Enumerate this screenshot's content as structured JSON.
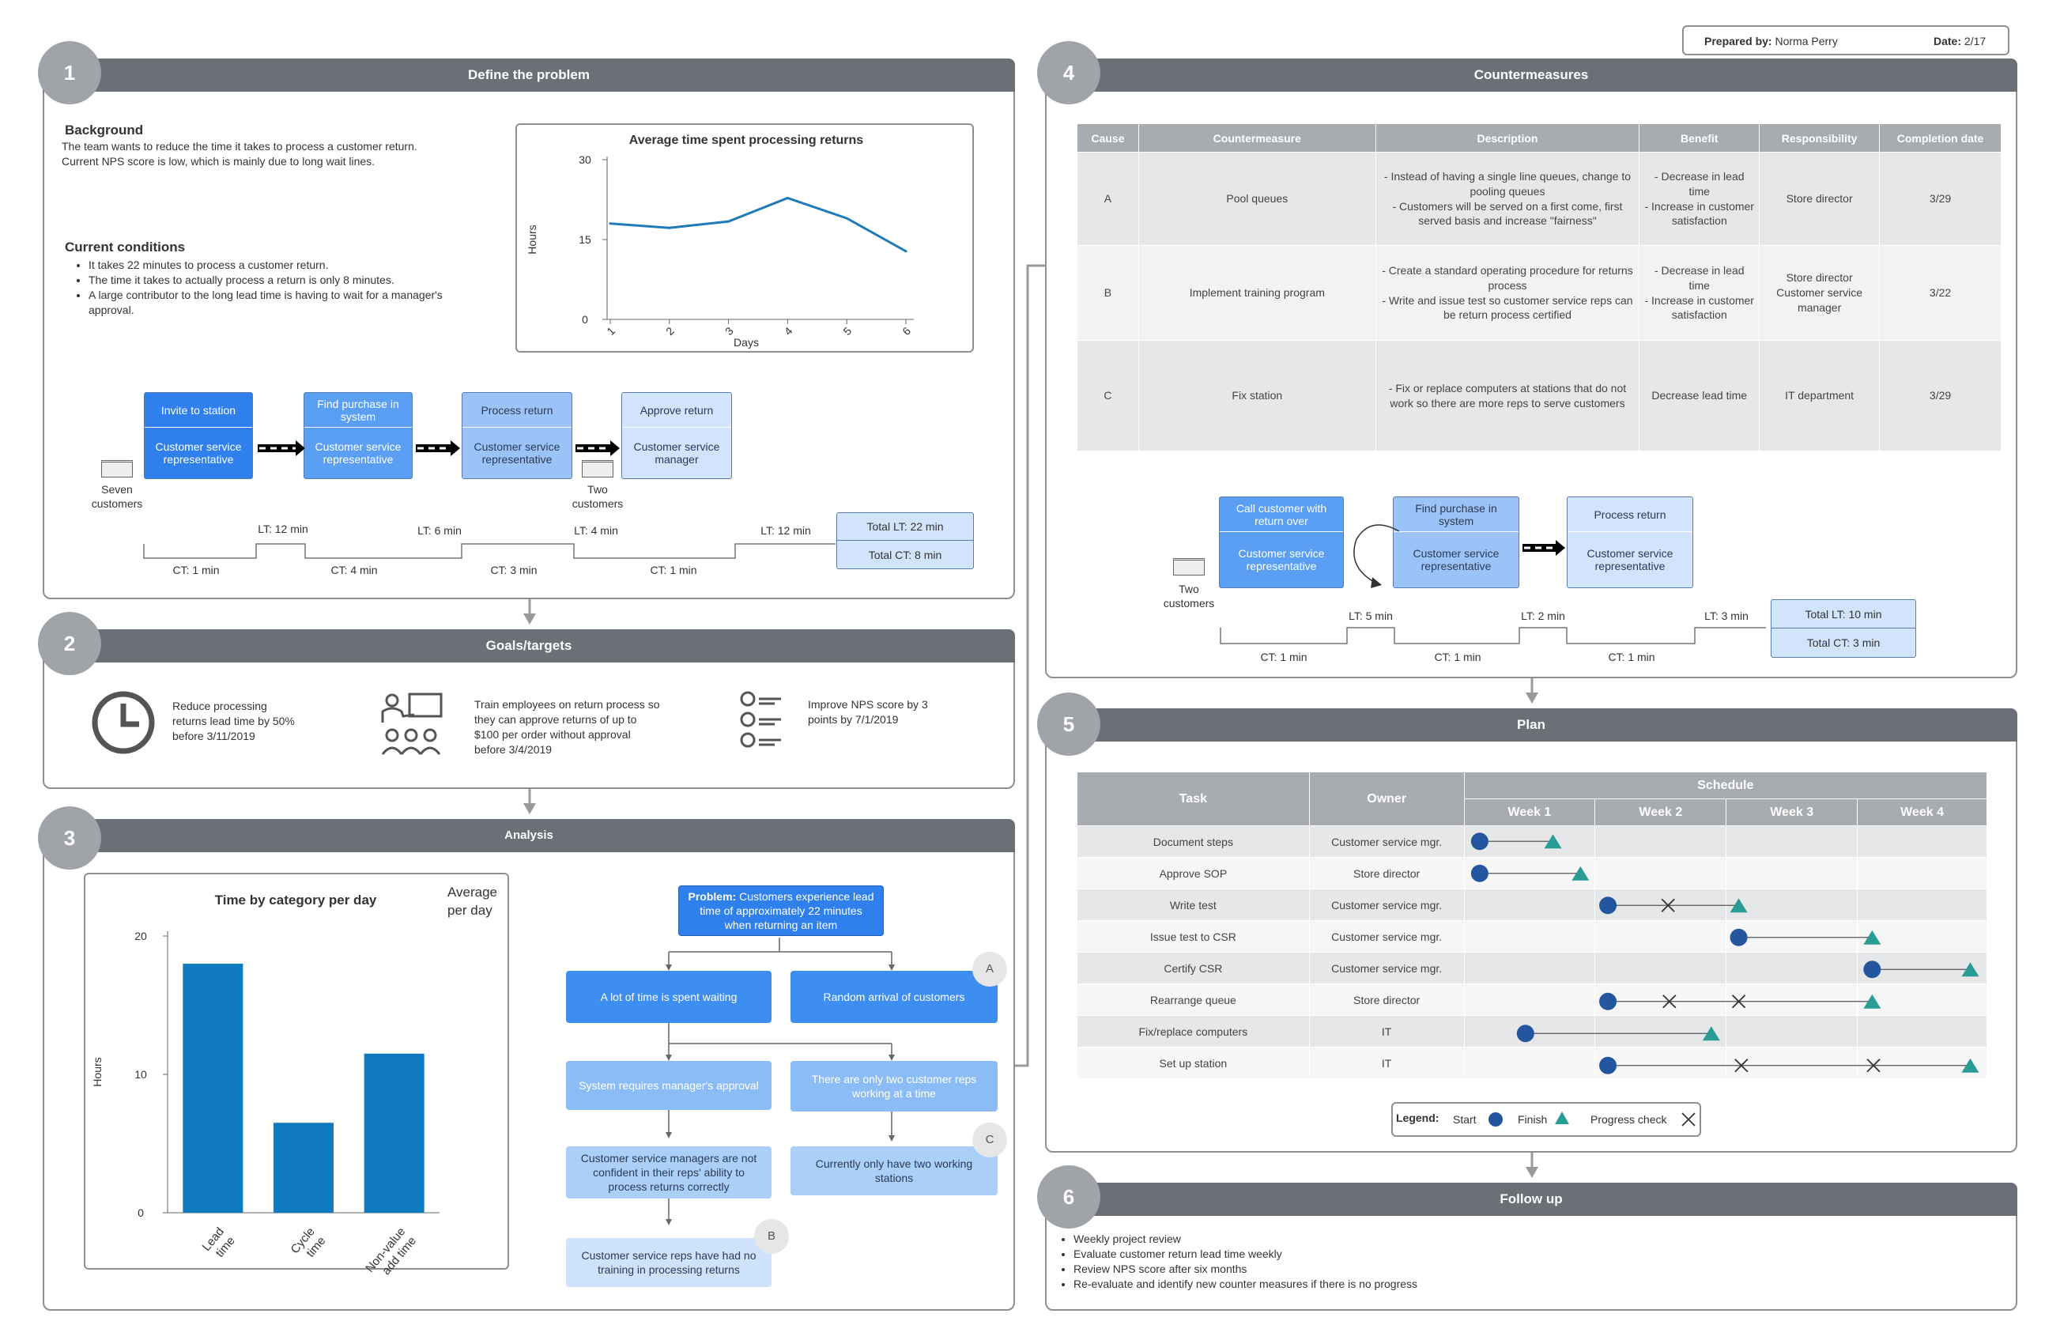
{
  "header": {
    "prepared_label": "Prepared by:",
    "prepared_value": "Norma Perry",
    "date_label": "Date:",
    "date_value": "2/17"
  },
  "sections": {
    "s1": {
      "num": "1",
      "title": "Define the problem"
    },
    "s2": {
      "num": "2",
      "title": "Goals/targets"
    },
    "s3": {
      "num": "3",
      "title": "Analysis"
    },
    "s4": {
      "num": "4",
      "title": "Countermeasures"
    },
    "s5": {
      "num": "5",
      "title": "Plan"
    },
    "s6": {
      "num": "6",
      "title": "Follow up"
    }
  },
  "define": {
    "background_title": "Background",
    "background_text": "The team wants to reduce the time it takes to process a customer return. Current NPS score is low, which is mainly due to long wait lines.",
    "conditions_title": "Current conditions",
    "conditions": [
      "It takes 22 minutes to process a customer return.",
      "The time it takes to actually process a return is only 8 minutes.",
      "A large contributor to the long lead time is having to wait for a manager's approval."
    ]
  },
  "vsm1": {
    "boxes": [
      {
        "title": "Invite to station",
        "body": "Customer service representative"
      },
      {
        "title": "Find purchase in system",
        "body": "Customer service representative"
      },
      {
        "title": "Process return",
        "body": "Customer service representative"
      },
      {
        "title": "Approve return",
        "body": "Customer service manager"
      }
    ],
    "inv1": "Seven customers",
    "inv2": "Two customers",
    "lt": [
      "LT: 12 min",
      "LT: 6 min",
      "LT: 4 min",
      "LT: 12 min"
    ],
    "ct": [
      "CT: 1 min",
      "CT: 4 min",
      "CT: 3 min",
      "CT: 1 min"
    ],
    "total_lt": "Total LT: 22 min",
    "total_ct": "Total CT: 8 min"
  },
  "goals": [
    {
      "icon": "clock-icon",
      "text": "Reduce processing returns lead time by 50% before 3/11/2019"
    },
    {
      "icon": "training-icon",
      "text": "Train employees on return process so they can approve returns of up to $100 per order without approval before 3/4/2019"
    },
    {
      "icon": "survey-icon",
      "text": "Improve NPS score by 3 points by 7/1/2019"
    }
  ],
  "analysis": {
    "note": "Average per day",
    "problem_label": "Problem:",
    "problem_text": "Customers experience lead time of approximately 22 minutes when returning an item",
    "cause1": "A lot of time is spent waiting",
    "cause2": "Random arrival of customers",
    "sub1": "System requires manager's approval",
    "sub2": "There are only two customer reps working at a time",
    "sub3": "Customer service managers are not confident in their reps' ability to process returns correctly",
    "sub4": "Currently only have two working stations",
    "sub5": "Customer service reps have had no training in processing returns",
    "tag_a": "A",
    "tag_b": "B",
    "tag_c": "C"
  },
  "chart_data": [
    {
      "type": "line",
      "title": "Average time spent processing returns",
      "xlabel": "Days",
      "ylabel": "Hours",
      "x": [
        1,
        2,
        3,
        4,
        5,
        6
      ],
      "values": [
        18,
        17.2,
        18.4,
        22.8,
        19,
        12.8
      ],
      "ylim": [
        0,
        30
      ],
      "yticks": [
        0,
        15,
        30
      ],
      "color": "#1f7ab8"
    },
    {
      "type": "bar",
      "title": "Time by category per day",
      "ylabel": "Hours",
      "categories": [
        "Lead time",
        "Cycle time",
        "Non-value add time"
      ],
      "values": [
        18,
        6.5,
        11.5
      ],
      "ylim": [
        0,
        20
      ],
      "yticks": [
        0,
        10,
        20
      ],
      "color": "#107abf"
    }
  ],
  "countermeasures": {
    "headers": [
      "Cause",
      "Countermeasure",
      "Description",
      "Benefit",
      "Responsibility",
      "Completion date"
    ],
    "rows": [
      {
        "cause": "A",
        "measure": "Pool queues",
        "desc": [
          "- Instead of having a single line queues, change to pooling queues",
          "- Customers will be served on a first come, first served basis and increase \"fairness\""
        ],
        "benefit": [
          "- Decrease in lead time",
          "- Increase in customer satisfaction"
        ],
        "resp": "Store director",
        "date": "3/29"
      },
      {
        "cause": "B",
        "measure": "Implement training program",
        "desc": [
          "- Create a standard operating procedure for returns process",
          "- Write and issue test so customer service reps can be return process certified"
        ],
        "benefit": [
          "- Decrease in lead time",
          "- Increase in customer satisfaction"
        ],
        "resp": "Store director Customer service manager",
        "date": "3/22"
      },
      {
        "cause": "C",
        "measure": "Fix station",
        "desc": [
          "- Fix or replace computers at stations that do not work so there are more reps to serve customers"
        ],
        "benefit": [
          "Decrease lead time"
        ],
        "resp": "IT department",
        "date": "3/29"
      }
    ]
  },
  "vsm2": {
    "boxes": [
      {
        "title": "Call customer with return over",
        "body": "Customer service representative"
      },
      {
        "title": "Find purchase in system",
        "body": "Customer service representative"
      },
      {
        "title": "Process return",
        "body": "Customer service representative"
      }
    ],
    "inv": "Two customers",
    "lt": [
      "LT: 5 min",
      "LT: 2 min",
      "LT: 3 min"
    ],
    "ct": [
      "CT: 1 min",
      "CT: 1 min",
      "CT: 1 min"
    ],
    "total_lt": "Total LT: 10 min",
    "total_ct": "Total CT: 3 min"
  },
  "plan": {
    "task_header": "Task",
    "owner_header": "Owner",
    "schedule_header": "Schedule",
    "weeks": [
      "Week 1",
      "Week 2",
      "Week 3",
      "Week 4"
    ],
    "rows": [
      {
        "task": "Document steps",
        "owner": "Customer service mgr.",
        "start": 0.12,
        "finish": 0.68,
        "checks": []
      },
      {
        "task": "Approve SOP",
        "owner": "Store director",
        "start": 0.12,
        "finish": 0.89,
        "checks": []
      },
      {
        "task": "Write test",
        "owner": "Customer service mgr.",
        "start": 1.1,
        "finish": 2.1,
        "checks": [
          1.56
        ]
      },
      {
        "task": "Issue test to CSR",
        "owner": "Customer service mgr.",
        "start": 2.1,
        "finish": 3.12,
        "checks": []
      },
      {
        "task": "Certify CSR",
        "owner": "Customer service mgr.",
        "start": 3.12,
        "finish": 3.87,
        "checks": []
      },
      {
        "task": "Rearrange queue",
        "owner": "Store director",
        "start": 1.1,
        "finish": 3.12,
        "checks": [
          1.57,
          2.1
        ]
      },
      {
        "task": "Fix/replace computers",
        "owner": "IT",
        "start": 0.47,
        "finish": 1.89,
        "checks": []
      },
      {
        "task": "Set up station",
        "owner": "IT",
        "start": 1.1,
        "finish": 3.87,
        "checks": [
          2.12,
          3.13
        ]
      }
    ],
    "legend_label": "Legend:",
    "legend_start": "Start",
    "legend_finish": "Finish",
    "legend_check": "Progress check",
    "start_color": "#2456a0",
    "finish_color": "#2a9c96"
  },
  "followup": [
    "Weekly project review",
    "Evaluate customer return lead time weekly",
    "Review NPS score after six months",
    "Re-evaluate and identify new counter measures if there is no progress"
  ]
}
